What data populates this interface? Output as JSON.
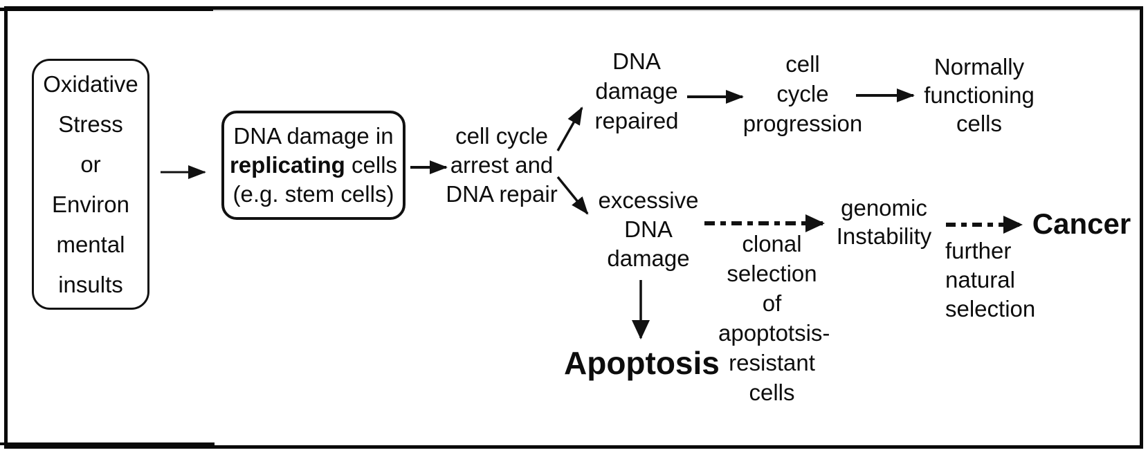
{
  "figure": {
    "title_hint": "DNA damage / cancer flow diagram",
    "colors": {
      "ink": "#111111",
      "background": "#ffffff"
    },
    "nodes": {
      "oxidative": {
        "lines": [
          "Oxidative",
          "Stress",
          "or",
          "Environ",
          "mental",
          "insults"
        ]
      },
      "dna_damage_box": {
        "line1": "DNA damage in",
        "line2_bold": "replicating",
        "line2_rest": " cells",
        "line3": "(e.g. stem cells)"
      },
      "cell_cycle_arrest": {
        "lines": [
          "cell cycle",
          "arrest and",
          "DNA repair"
        ]
      },
      "dna_repaired": {
        "lines": [
          "DNA",
          "damage",
          "repaired"
        ]
      },
      "cell_cycle_progression": {
        "lines": [
          "cell",
          "cycle",
          "progression"
        ]
      },
      "normally_functioning": {
        "lines": [
          "Normally",
          "functioning",
          "cells"
        ]
      },
      "excessive_dna": {
        "lines": [
          "excessive",
          "DNA",
          "damage"
        ]
      },
      "apoptosis": {
        "label": "Apoptosis"
      },
      "clonal_selection": {
        "lines": [
          "clonal",
          "selection",
          "of",
          "apoptotsis-",
          "resistant",
          "cells"
        ]
      },
      "genomic_instability": {
        "lines": [
          "genomic",
          "Instability"
        ]
      },
      "further_selection": {
        "lines": [
          "further",
          "natural",
          "selection"
        ]
      },
      "cancer": {
        "label": "Cancer"
      }
    }
  }
}
